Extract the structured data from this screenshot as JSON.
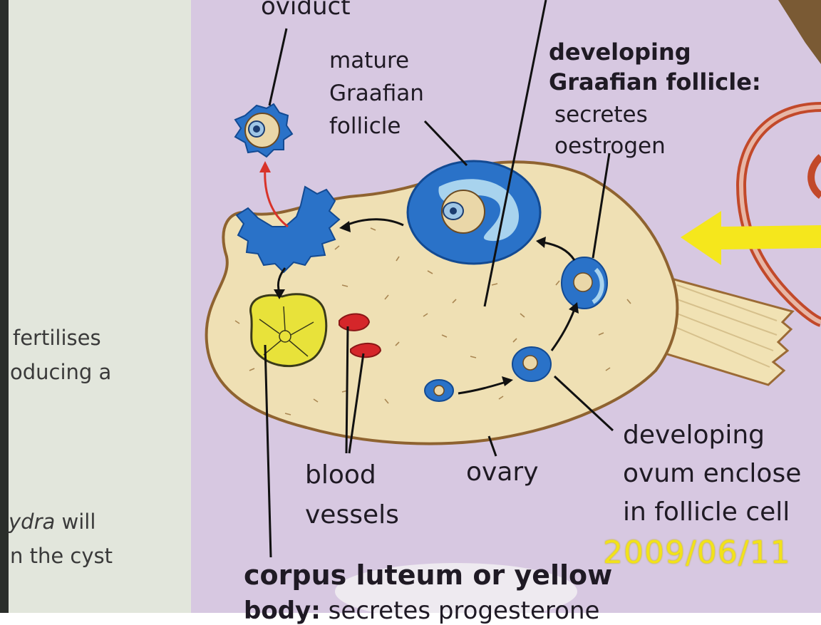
{
  "labels": {
    "oviduct": "oviduct",
    "mature_line1": "mature",
    "mature_line2": "Graafian",
    "mature_line3": "follicle",
    "developing_title_line1": "developing",
    "developing_title_line2": "Graafian follicle:",
    "developing_desc_line1": "secretes",
    "developing_desc_line2": "oestrogen",
    "blood_line1": "blood",
    "blood_line2": "vessels",
    "ovary": "ovary",
    "ovum_line1": "developing",
    "ovum_line2": "ovum enclose",
    "ovum_line3": "in follicle cell",
    "corpus_line1": "corpus luteum or yellow",
    "corpus_line2_bold": "body:",
    "corpus_line2_rest": "secretes progesterone"
  },
  "side_text": {
    "line1": "fertilises",
    "line2": "oducing a",
    "line3_italic": "ydra",
    "line3_rest": " will",
    "line4": "n the cyst"
  },
  "photo_date_stamp": "2009/06/11",
  "colors": {
    "page_background": "#d6c7e0",
    "left_page": "#e3e7dc",
    "ovary_fill": "#efe0b4",
    "follicle_blue": "#1f6fc4",
    "corpus_luteum_yellow": "#e9e23a",
    "blood_vessel_red": "#d5262a",
    "arrow_yellow": "#f6e81a",
    "date_stamp": "#f2e21a"
  }
}
